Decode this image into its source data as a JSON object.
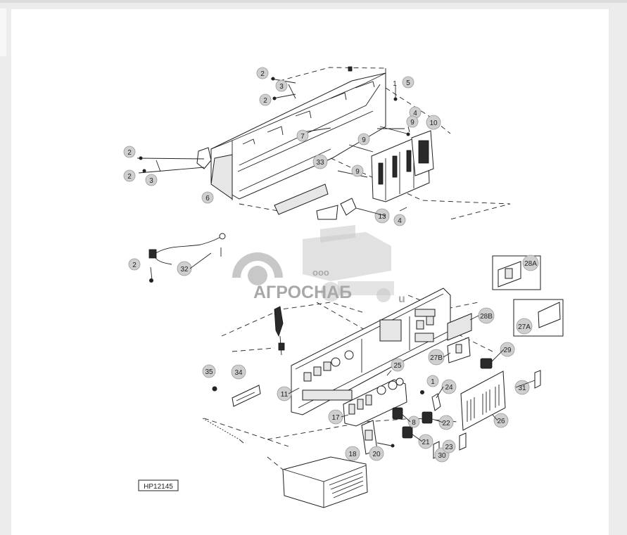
{
  "diagram": {
    "figure_code": "HP12145",
    "watermark": {
      "brand": "АГРОСНАБ",
      "prefix": "ооо",
      "suffix": "u"
    },
    "callouts": [
      {
        "id": "c2a",
        "text": "2"
      },
      {
        "id": "c3a",
        "text": "3"
      },
      {
        "id": "c2b",
        "text": "2"
      },
      {
        "id": "c1a",
        "text": "1"
      },
      {
        "id": "c5",
        "text": "5"
      },
      {
        "id": "c4a",
        "text": "4"
      },
      {
        "id": "c9a",
        "text": "9"
      },
      {
        "id": "c10",
        "text": "10"
      },
      {
        "id": "c7",
        "text": "7"
      },
      {
        "id": "c9b",
        "text": "9"
      },
      {
        "id": "c2c",
        "text": "2"
      },
      {
        "id": "c2d",
        "text": "2"
      },
      {
        "id": "c3b",
        "text": "3"
      },
      {
        "id": "c33",
        "text": "33"
      },
      {
        "id": "c9c",
        "text": "9"
      },
      {
        "id": "c6",
        "text": "6"
      },
      {
        "id": "c13",
        "text": "13"
      },
      {
        "id": "c4b",
        "text": "4"
      },
      {
        "id": "c2e",
        "text": "2"
      },
      {
        "id": "c32",
        "text": "32"
      },
      {
        "id": "c28A",
        "text": "28A"
      },
      {
        "id": "c28B",
        "text": "28B"
      },
      {
        "id": "c27A",
        "text": "27A"
      },
      {
        "id": "c27B",
        "text": "27B"
      },
      {
        "id": "c29",
        "text": "29"
      },
      {
        "id": "c25",
        "text": "25"
      },
      {
        "id": "c35",
        "text": "35"
      },
      {
        "id": "c34",
        "text": "34"
      },
      {
        "id": "c11",
        "text": "11"
      },
      {
        "id": "c1b",
        "text": "1"
      },
      {
        "id": "c24",
        "text": "24"
      },
      {
        "id": "c31",
        "text": "31"
      },
      {
        "id": "c17",
        "text": "17"
      },
      {
        "id": "c8",
        "text": "8"
      },
      {
        "id": "c22",
        "text": "22"
      },
      {
        "id": "c26",
        "text": "26"
      },
      {
        "id": "c21",
        "text": "21"
      },
      {
        "id": "c18",
        "text": "18"
      },
      {
        "id": "c20",
        "text": "20"
      },
      {
        "id": "c30",
        "text": "30"
      },
      {
        "id": "c23",
        "text": "23"
      }
    ]
  }
}
